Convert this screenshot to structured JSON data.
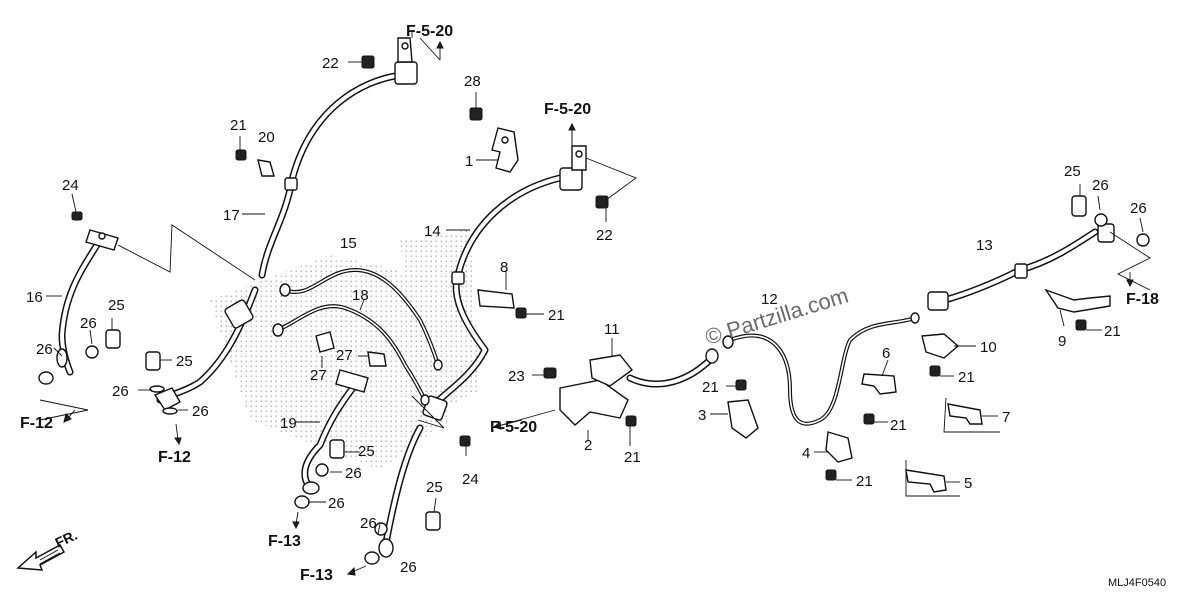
{
  "diagram": {
    "part_labels": [
      "1",
      "2",
      "3",
      "4",
      "5",
      "6",
      "7",
      "8",
      "9",
      "10",
      "11",
      "12",
      "13",
      "14",
      "15",
      "16",
      "17",
      "18",
      "19",
      "20",
      "21",
      "21",
      "21",
      "21",
      "21",
      "21",
      "21",
      "21",
      "21",
      "22",
      "22",
      "23",
      "24",
      "24",
      "25",
      "25",
      "25",
      "25",
      "25",
      "26",
      "26",
      "26",
      "26",
      "26",
      "26",
      "26",
      "26",
      "26",
      "26",
      "27",
      "27",
      "28"
    ],
    "references": [
      "F-5-20",
      "F-5-20",
      "F-5-20",
      "F-12",
      "F-12",
      "F-13",
      "F-13",
      "F-18"
    ],
    "watermark": "© Partzilla.com",
    "direction_label": "FR.",
    "diagram_code": "MLJ4F0540"
  }
}
